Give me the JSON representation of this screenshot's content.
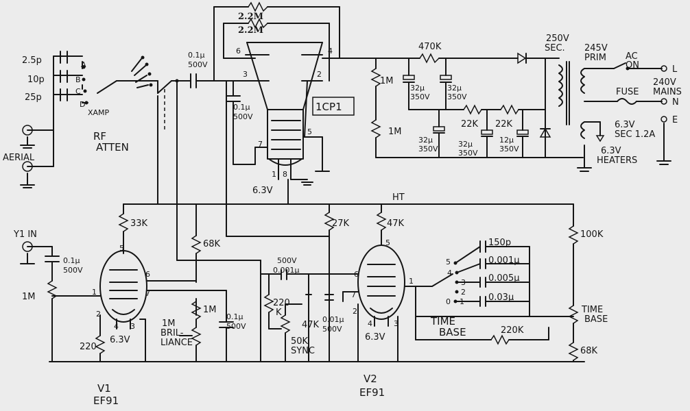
{
  "attenuator": {
    "caps": [
      "2.5p",
      "10p",
      "25p"
    ],
    "positions": [
      "A",
      "B",
      "C",
      "D"
    ],
    "xamp": "XAMP",
    "rf_atten": [
      "RF",
      "ATTEN"
    ],
    "aerial": "AERIAL"
  },
  "deflection": {
    "resistors": [
      "2.2M",
      "2.2M"
    ],
    "cap_top": [
      "0.1μ",
      "500V"
    ],
    "cap_mid": [
      "0.1μ",
      "500V"
    ],
    "pins": [
      "6",
      "4",
      "3",
      "2",
      "5",
      "7",
      "1",
      "8"
    ],
    "tube": "1CP1",
    "heater": "6.3V"
  },
  "psu": {
    "sec": [
      "250V",
      "SEC."
    ],
    "r_470k": "470K",
    "r_1m_a": "1M",
    "r_1m_b": "1M",
    "caps": [
      "32μ",
      "350V",
      "32μ",
      "350V",
      "32μ",
      "350V",
      "32μ",
      "350V",
      "12μ",
      "350V"
    ],
    "r_22k": [
      "22K",
      "22K"
    ],
    "prim": [
      "245V",
      "PRIM"
    ],
    "ac_on": [
      "AC",
      "ON"
    ],
    "fuse": "FUSE",
    "mains": [
      "240V",
      "MAINS"
    ],
    "mains_pins": [
      "L",
      "N",
      "E"
    ],
    "sec_63": [
      "6.3V",
      "SEC 1.2A"
    ],
    "heaters": [
      "6.3V",
      "HEATERS"
    ]
  },
  "ht": "HT",
  "v1": {
    "y1_in": "Y1 IN",
    "cap": [
      "0.1μ",
      "500V"
    ],
    "pot": "1M",
    "r_33k": "33K",
    "r_68k": "68K",
    "r_1m": "1M",
    "brilliance": [
      "1M",
      "BRIL-",
      "LIANCE"
    ],
    "cap_b": [
      "0.1μ",
      "500V"
    ],
    "r_220": "220",
    "heater": "6.3V",
    "pins": [
      "5",
      "6",
      "7",
      "1",
      "2",
      "4",
      "3"
    ],
    "name": [
      "V1",
      "EF91"
    ]
  },
  "v2": {
    "r_27k": "27K",
    "r_47k": "47K",
    "cap_sync": [
      "500V",
      "0.001μ"
    ],
    "r_220k": [
      "220",
      "K"
    ],
    "r_47k_b": "47K",
    "cap_b": [
      "0.01μ",
      "500V"
    ],
    "sync": [
      "50K",
      "SYNC"
    ],
    "heater": "6.3V",
    "pins": [
      "5",
      "6",
      "7",
      "1",
      "2",
      "4",
      "3"
    ],
    "name": [
      "V2",
      "EF91"
    ]
  },
  "timebase": {
    "caps": [
      "150p",
      "0.001μ",
      "0.005μ",
      "0.03μ"
    ],
    "switch_pos": [
      "5",
      "4",
      "3",
      "2",
      "0",
      "1"
    ],
    "label": [
      "TIME",
      "BASE"
    ],
    "r_220k": "220K",
    "r_100k": "100K",
    "pot": [
      "TIME",
      "BASE"
    ],
    "r_68k": "68K"
  }
}
